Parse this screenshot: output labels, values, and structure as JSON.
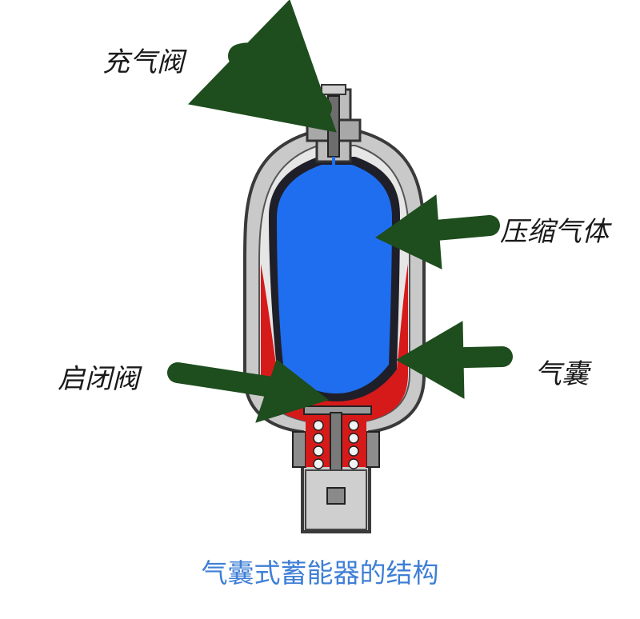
{
  "labels": {
    "charging_valve": "充气阀",
    "compressed_gas": "压缩气体",
    "poppet_valve": "启闭阀",
    "bladder": "气囊"
  },
  "caption": "气囊式蓄能器的结构",
  "colors": {
    "gas": "#1f6ef0",
    "oil": "#d61a1a",
    "shell": "#c9c9c9",
    "shell_outline": "#3a3a3a",
    "arrow": "#1e4d1e",
    "caption": "#3f7fd6"
  }
}
